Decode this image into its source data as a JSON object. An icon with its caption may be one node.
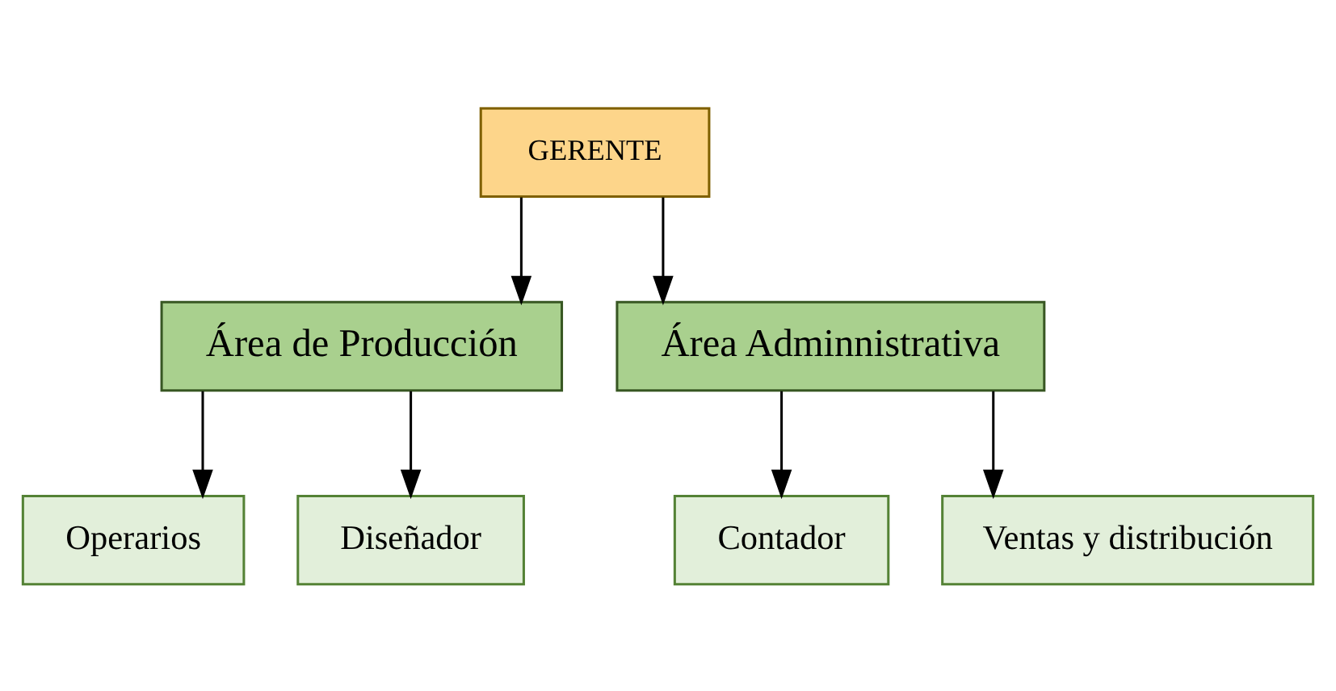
{
  "diagram": {
    "nodes": [
      {
        "text": [
          "GERENTE"
        ]
      },
      {
        "text": [
          "Área de Producción"
        ]
      },
      {
        "text": [
          "Área Adminnistrativa"
        ]
      },
      {
        "text": [
          "Operarios"
        ]
      },
      {
        "text": [
          "Diseñador"
        ]
      },
      {
        "text": [
          "Contador"
        ]
      },
      {
        "text": [
          "Ventas y distribución"
        ]
      }
    ],
    "edges": [
      {
        "from": 0,
        "to": 1,
        "arrow": "to"
      },
      {
        "from": 0,
        "to": 2,
        "arrow": "to"
      },
      {
        "from": 1,
        "to": 3,
        "arrow": "to"
      },
      {
        "from": 1,
        "to": 4,
        "arrow": "to"
      },
      {
        "from": 2,
        "to": 5,
        "arrow": "to"
      },
      {
        "from": 2,
        "to": 6,
        "arrow": "to"
      }
    ]
  }
}
